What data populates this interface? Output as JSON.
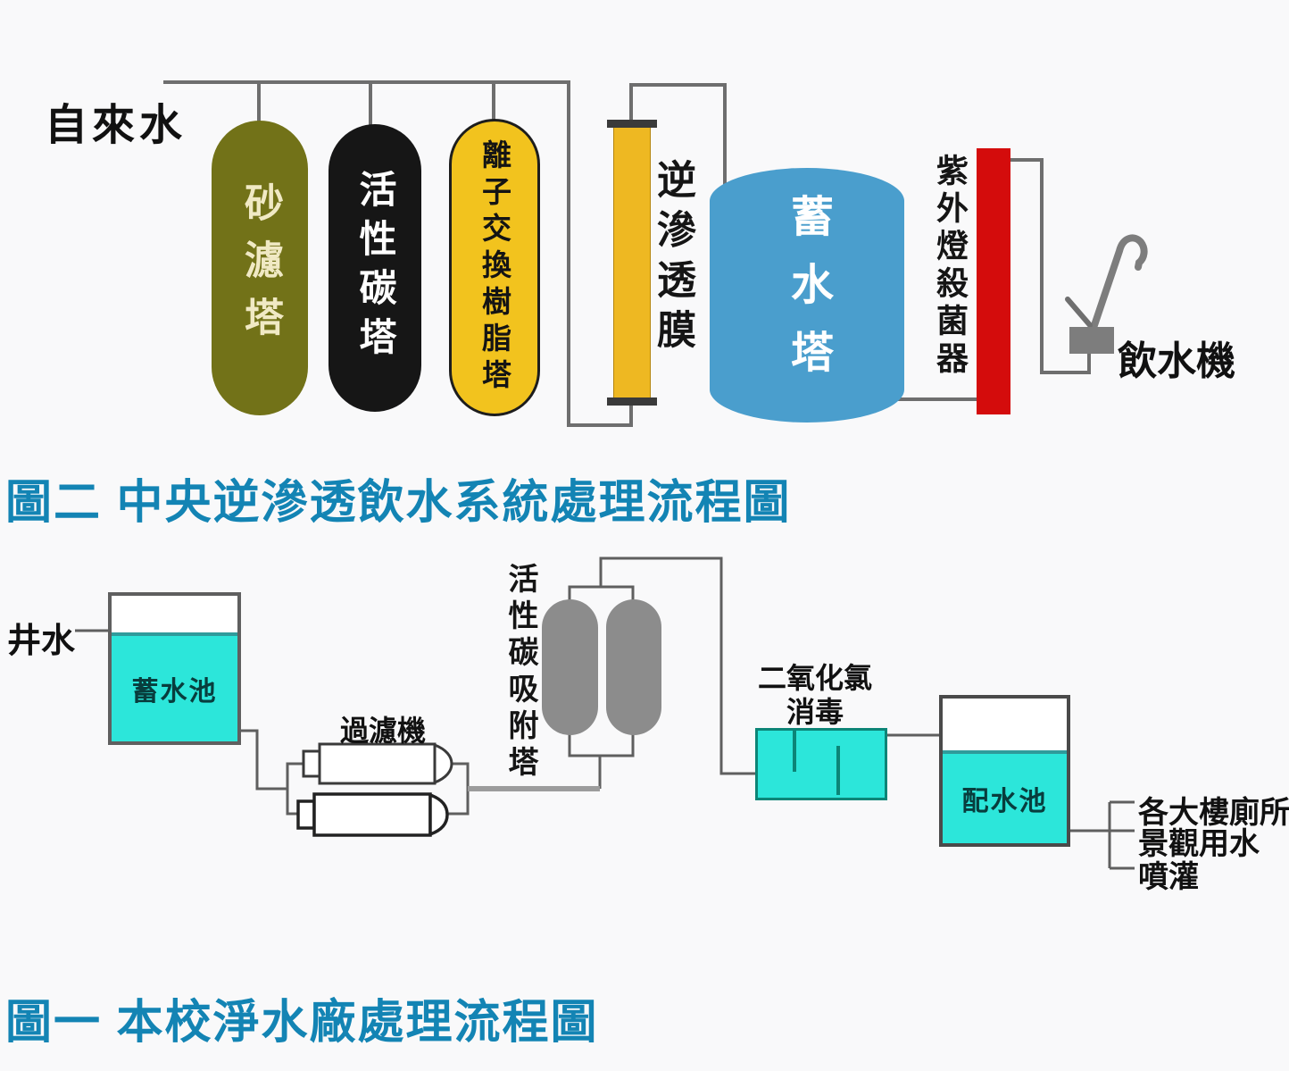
{
  "figure2": {
    "caption": "圖二 中央逆滲透飲水系統處理流程圖",
    "source_label": "自來水",
    "towers": [
      {
        "label": "砂濾塔",
        "color": "#727218",
        "text_color": "#f0e9c4"
      },
      {
        "label": "活性碳塔",
        "color": "#161616",
        "text_color": "#ffffff"
      },
      {
        "label": "離子交換樹脂塔",
        "color": "#f2c31e",
        "text_color": "#141414"
      }
    ],
    "ro_membrane_label": "逆滲透膜",
    "storage_tower": {
      "label": "蓄水塔",
      "color": "#4a9ecd"
    },
    "uv_sterilizer": {
      "label": "紫外燈殺菌器",
      "color": "#d40c0c"
    },
    "fountain_label": "飲水機"
  },
  "figure1": {
    "caption": "圖一 本校淨水廠處理流程圖",
    "source_label": "井水",
    "storage_pool_label": "蓄水池",
    "filter_label": "過濾機",
    "carbon_tower_label": "活性碳吸附塔",
    "disinfection_label_line1": "二氧化氯",
    "disinfection_label_line2": "消毒",
    "distribution_pool_label": "配水池",
    "outputs": [
      "各大樓廁所",
      "景觀用水",
      "噴灌"
    ]
  },
  "colors": {
    "caption_blue": "#1384b4",
    "pipe_gray": "#6e6e6e",
    "water_cyan": "#2ce6da",
    "carbon_gray": "#8c8c8c",
    "uv_red": "#d40c0c",
    "tank_blue": "#4a9ecd"
  }
}
